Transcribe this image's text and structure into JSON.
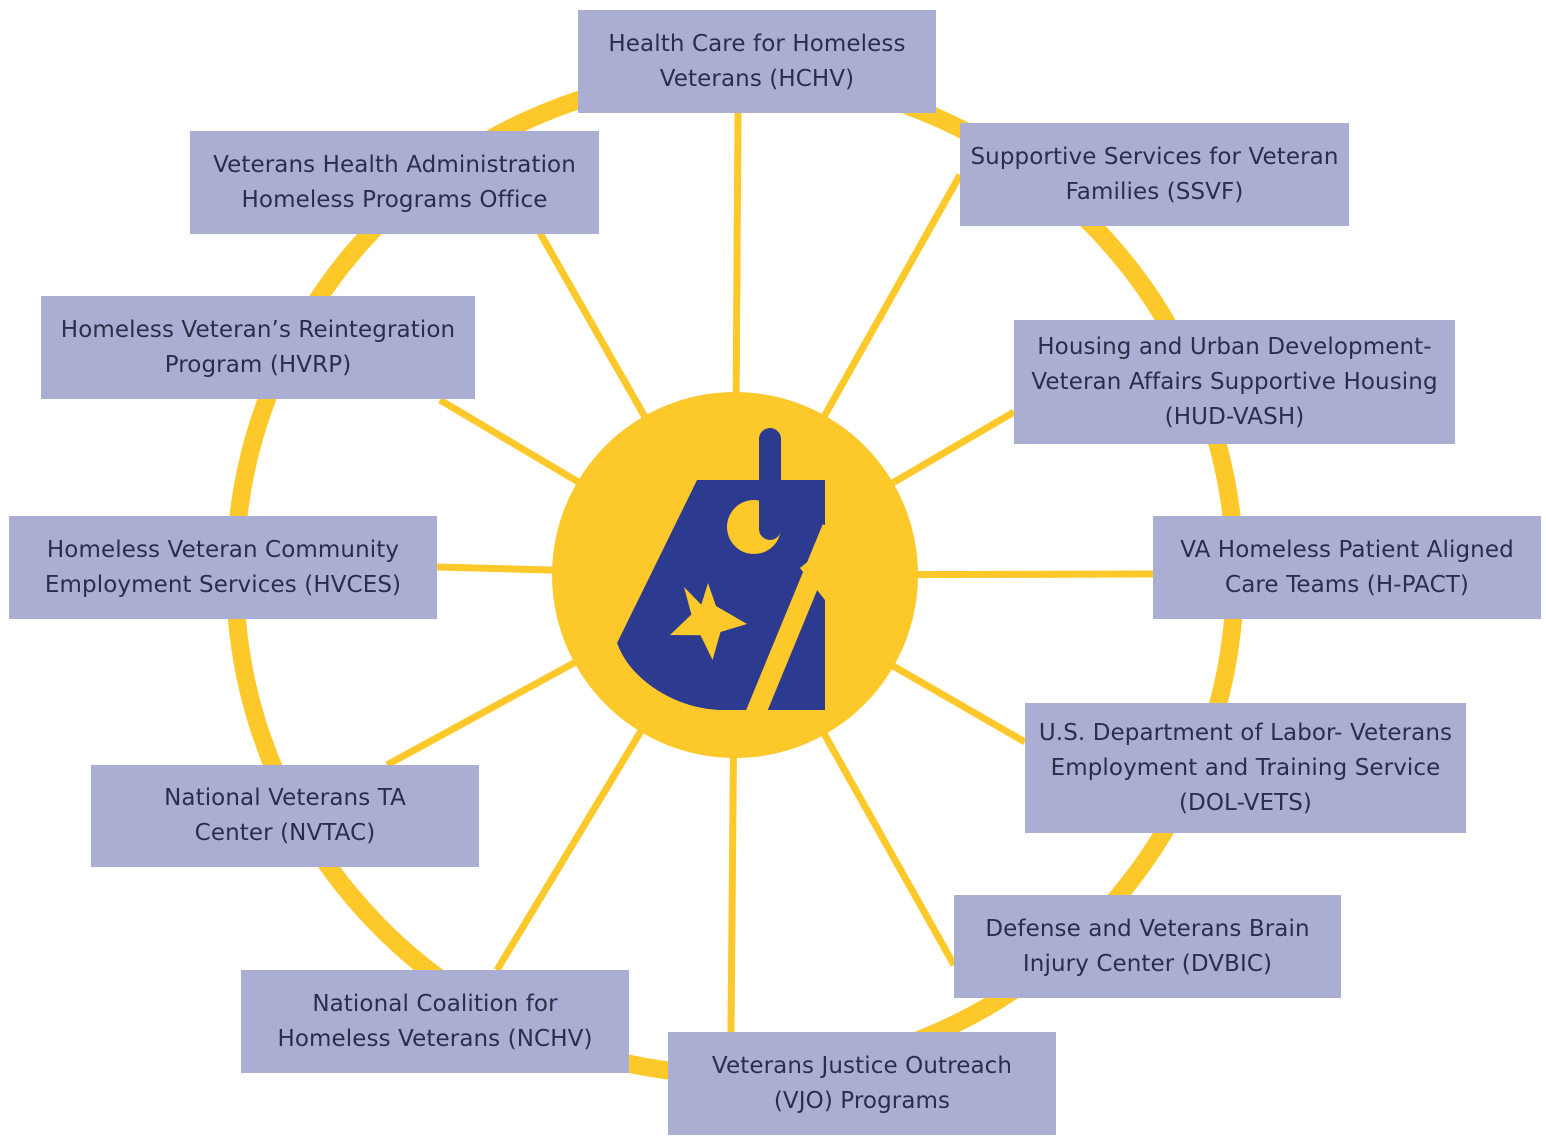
{
  "colors": {
    "ring": "#fcc82a",
    "spoke": "#fcc82a",
    "hub": "#fcc82a",
    "node_fill": "#abaed3",
    "node_text": "#2b2d49",
    "tag": "#2c3a8f",
    "background": "#ffffff"
  },
  "hub": {
    "icon": "dog-tag-star-icon"
  },
  "nodes": [
    {
      "id": "hchv",
      "lines": [
        "Health Care for Homeless",
        "Veterans (HCHV)"
      ]
    },
    {
      "id": "ssvf",
      "lines": [
        "Supportive Services for Veteran",
        "Families (SSVF)"
      ]
    },
    {
      "id": "hud-vash",
      "lines": [
        "Housing and Urban Development-",
        "Veteran Affairs Supportive Housing",
        "(HUD-VASH)"
      ]
    },
    {
      "id": "h-pact",
      "lines": [
        "VA Homeless Patient Aligned",
        "Care Teams (H-PACT)"
      ]
    },
    {
      "id": "dol-vets",
      "lines": [
        "U.S. Department of Labor- Veterans",
        "Employment and Training Service",
        "(DOL-VETS)"
      ]
    },
    {
      "id": "dvbic",
      "lines": [
        "Defense and Veterans Brain",
        "Injury Center (DVBIC)"
      ]
    },
    {
      "id": "vjo",
      "lines": [
        "Veterans Justice Outreach",
        "(VJO) Programs"
      ]
    },
    {
      "id": "nchv",
      "lines": [
        "National Coalition for",
        "Homeless Veterans (NCHV)"
      ]
    },
    {
      "id": "nvtac",
      "lines": [
        "National Veterans TA",
        "Center (NVTAC)"
      ]
    },
    {
      "id": "hvces",
      "lines": [
        "Homeless Veteran Community",
        "Employment Services (HVCES)"
      ]
    },
    {
      "id": "hvrp",
      "lines": [
        "Homeless Veteran’s Reintegration",
        "Program (HVRP)"
      ]
    },
    {
      "id": "vha-hpo",
      "lines": [
        "Veterans Health Administration",
        "Homeless Programs Office"
      ]
    }
  ]
}
